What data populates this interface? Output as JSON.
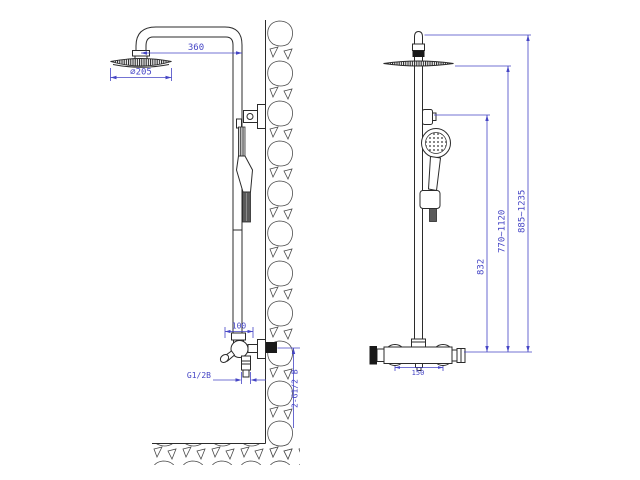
{
  "drawing": {
    "colors": {
      "line": "#2b2b2b",
      "dim": "#4545c5",
      "dark": "#1a1a1a"
    },
    "dimensions": {
      "arm_length": "360",
      "head_diameter": "∅205",
      "valve_depth": "100",
      "outlet_thread": "G1/2B",
      "wall_connections": "2-G1/2 B",
      "slide_height": "832",
      "head_height_range": "770~1120",
      "total_height_range": "885~1235",
      "valve_centers": "150"
    }
  }
}
